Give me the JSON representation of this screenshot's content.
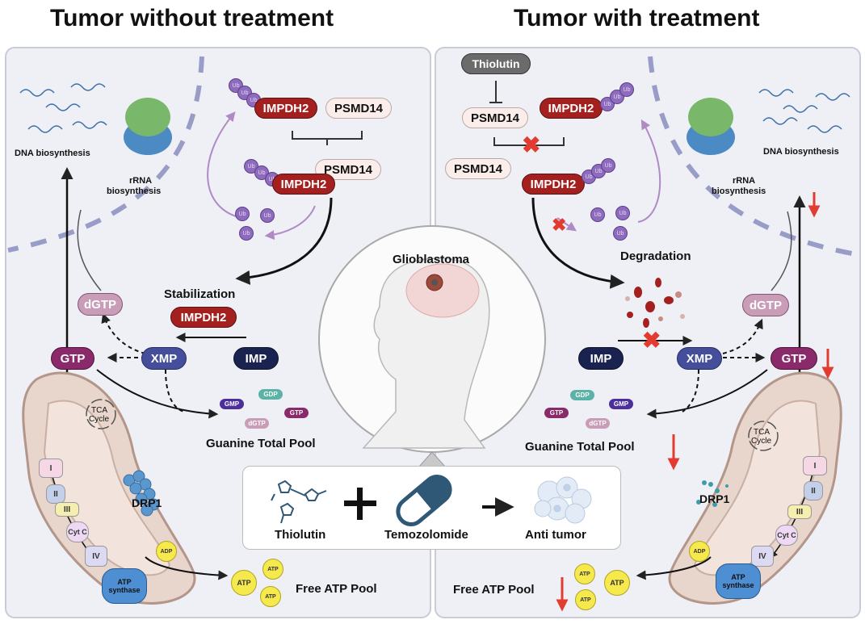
{
  "titles": {
    "left": "Tumor without treatment",
    "right": "Tumor with treatment"
  },
  "left_panel": {
    "dna_biosynthesis": "DNA biosynthesis",
    "rrna_biosynthesis_line1": "rRNA",
    "rrna_biosynthesis_line2": "biosynthesis",
    "proteins": {
      "impdh2_top": "IMPDH2",
      "psmd14_top": "PSMD14",
      "impdh2_bound": "IMPDH2",
      "psmd14_bound": "PSMD14",
      "impdh2_stabilized": "IMPDH2"
    },
    "ubiquitin_label": "Ub",
    "stabilization": "Stabilization",
    "metabolites": {
      "gtp": "GTP",
      "xmp": "XMP",
      "imp": "IMP",
      "dgtp": "dGTP"
    },
    "pool_items": {
      "gmp": "GMP",
      "gdp": "GDP",
      "gtp": "GTP",
      "dgtp": "dGTP"
    },
    "guanine_total_pool": "Guanine Total Pool",
    "mitochondria": {
      "tca_line1": "TCA",
      "tca_line2": "Cycle",
      "complexes": [
        "I",
        "II",
        "III",
        "Cyt C",
        "IV"
      ],
      "atp_synthase_line1": "ATP",
      "atp_synthase_line2": "synthase",
      "adp": "ADP",
      "drp1": "DRP1"
    },
    "atp_molecules": [
      "ATP",
      "ATP",
      "ATP"
    ],
    "free_atp_pool": "Free ATP Pool"
  },
  "center": {
    "glioblastoma": "Glioblastoma",
    "treatment_box": {
      "thiolutin": "Thiolutin",
      "plus": "+",
      "temozolomide": "Temozolomide",
      "anti_tumor": "Anti tumor"
    }
  },
  "right_panel": {
    "thiolutin": "Thiolutin",
    "proteins": {
      "psmd14_top": "PSMD14",
      "impdh2_top": "IMPDH2",
      "psmd14_free": "PSMD14",
      "impdh2_free": "IMPDH2"
    },
    "ubiquitin_label": "Ub",
    "degradation": "Degradation",
    "dna_biosynthesis": "DNA biosynthesis",
    "rrna_biosynthesis_line1": "rRNA",
    "rrna_biosynthesis_line2": "biosynthesis",
    "metabolites": {
      "imp": "IMP",
      "xmp": "XMP",
      "gtp": "GTP",
      "dgtp": "dGTP"
    },
    "pool_items": {
      "gdp": "GDP",
      "gmp": "GMP",
      "gtp": "GTP",
      "dgtp": "dGTP"
    },
    "guanine_total_pool": "Guanine Total Pool",
    "mitochondria": {
      "tca_line1": "TCA",
      "tca_line2": "Cycle",
      "complexes": [
        "I",
        "II",
        "III",
        "Cyt C",
        "IV"
      ],
      "atp_synthase_line1": "ATP",
      "atp_synthase_line2": "synthase",
      "adp": "ADP",
      "drp1": "DRP1"
    },
    "atp_molecules": [
      "ATP",
      "ATP",
      "ATP"
    ],
    "free_atp_pool": "Free ATP Pool"
  },
  "colors": {
    "impdh2": "#a3201f",
    "psmd14": "#fbeeea",
    "gtp": "#8a2a6a",
    "xmp": "#444e9a",
    "imp": "#1a2350",
    "dgtp": "#c99cb7",
    "ubiquitin": "#8e6bbd",
    "decrease_arrow": "#e23b30",
    "panel_bg": "#eef0f6",
    "membrane_dash": "#9a9cc8"
  }
}
